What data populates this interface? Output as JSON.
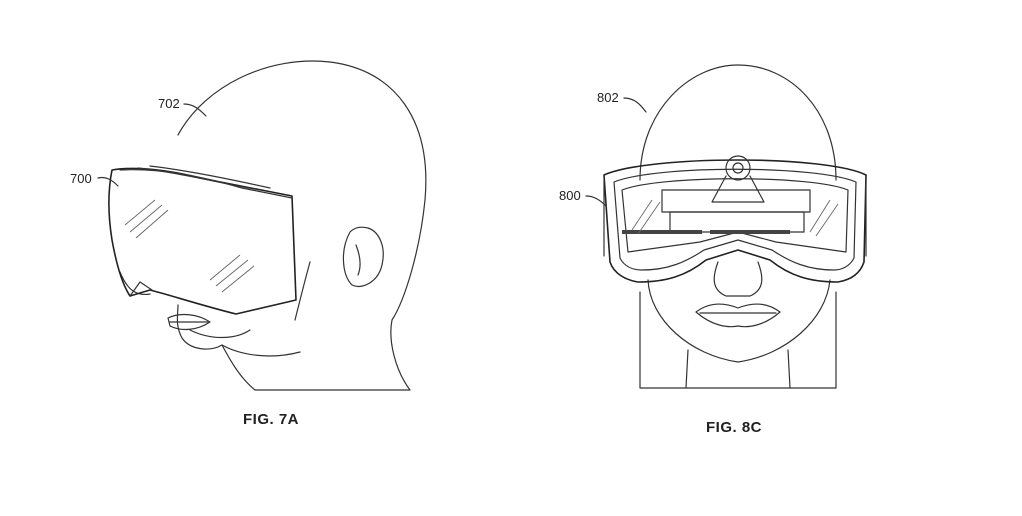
{
  "figures": [
    {
      "caption": "FIG. 7A",
      "refs": {
        "headset": "700",
        "head": "702"
      }
    },
    {
      "caption": "FIG. 8C",
      "refs": {
        "headset": "800",
        "head": "802"
      }
    }
  ]
}
